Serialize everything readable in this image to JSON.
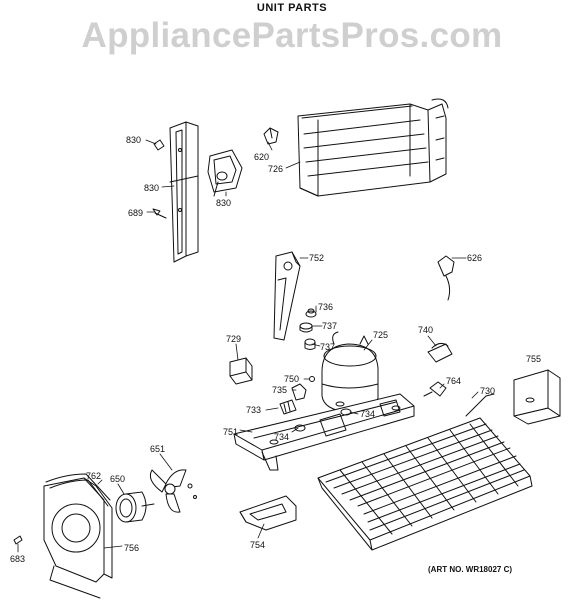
{
  "header": {
    "title": "UNIT PARTS",
    "watermark": "AppliancePartsPros.com",
    "art_no": "(ART NO. WR18027 C)"
  },
  "callouts": [
    {
      "id": "c830a",
      "text": "830"
    },
    {
      "id": "c830b",
      "text": "830"
    },
    {
      "id": "c830c",
      "text": "830"
    },
    {
      "id": "c689",
      "text": "689"
    },
    {
      "id": "c620",
      "text": "620"
    },
    {
      "id": "c726",
      "text": "726"
    },
    {
      "id": "c752",
      "text": "752"
    },
    {
      "id": "c626",
      "text": "626"
    },
    {
      "id": "c736",
      "text": "736"
    },
    {
      "id": "c737a",
      "text": "737"
    },
    {
      "id": "c737b",
      "text": "737"
    },
    {
      "id": "c725",
      "text": "725"
    },
    {
      "id": "c740",
      "text": "740"
    },
    {
      "id": "c755",
      "text": "755"
    },
    {
      "id": "c729",
      "text": "729"
    },
    {
      "id": "c750",
      "text": "750"
    },
    {
      "id": "c735",
      "text": "735"
    },
    {
      "id": "c764",
      "text": "764"
    },
    {
      "id": "c730",
      "text": "730"
    },
    {
      "id": "c733",
      "text": "733"
    },
    {
      "id": "c734a",
      "text": "734"
    },
    {
      "id": "c734b",
      "text": "734"
    },
    {
      "id": "c751",
      "text": "751"
    },
    {
      "id": "c651",
      "text": "651"
    },
    {
      "id": "c762",
      "text": "762"
    },
    {
      "id": "c650",
      "text": "650"
    },
    {
      "id": "c756",
      "text": "756"
    },
    {
      "id": "c754",
      "text": "754"
    },
    {
      "id": "c683",
      "text": "683"
    }
  ]
}
